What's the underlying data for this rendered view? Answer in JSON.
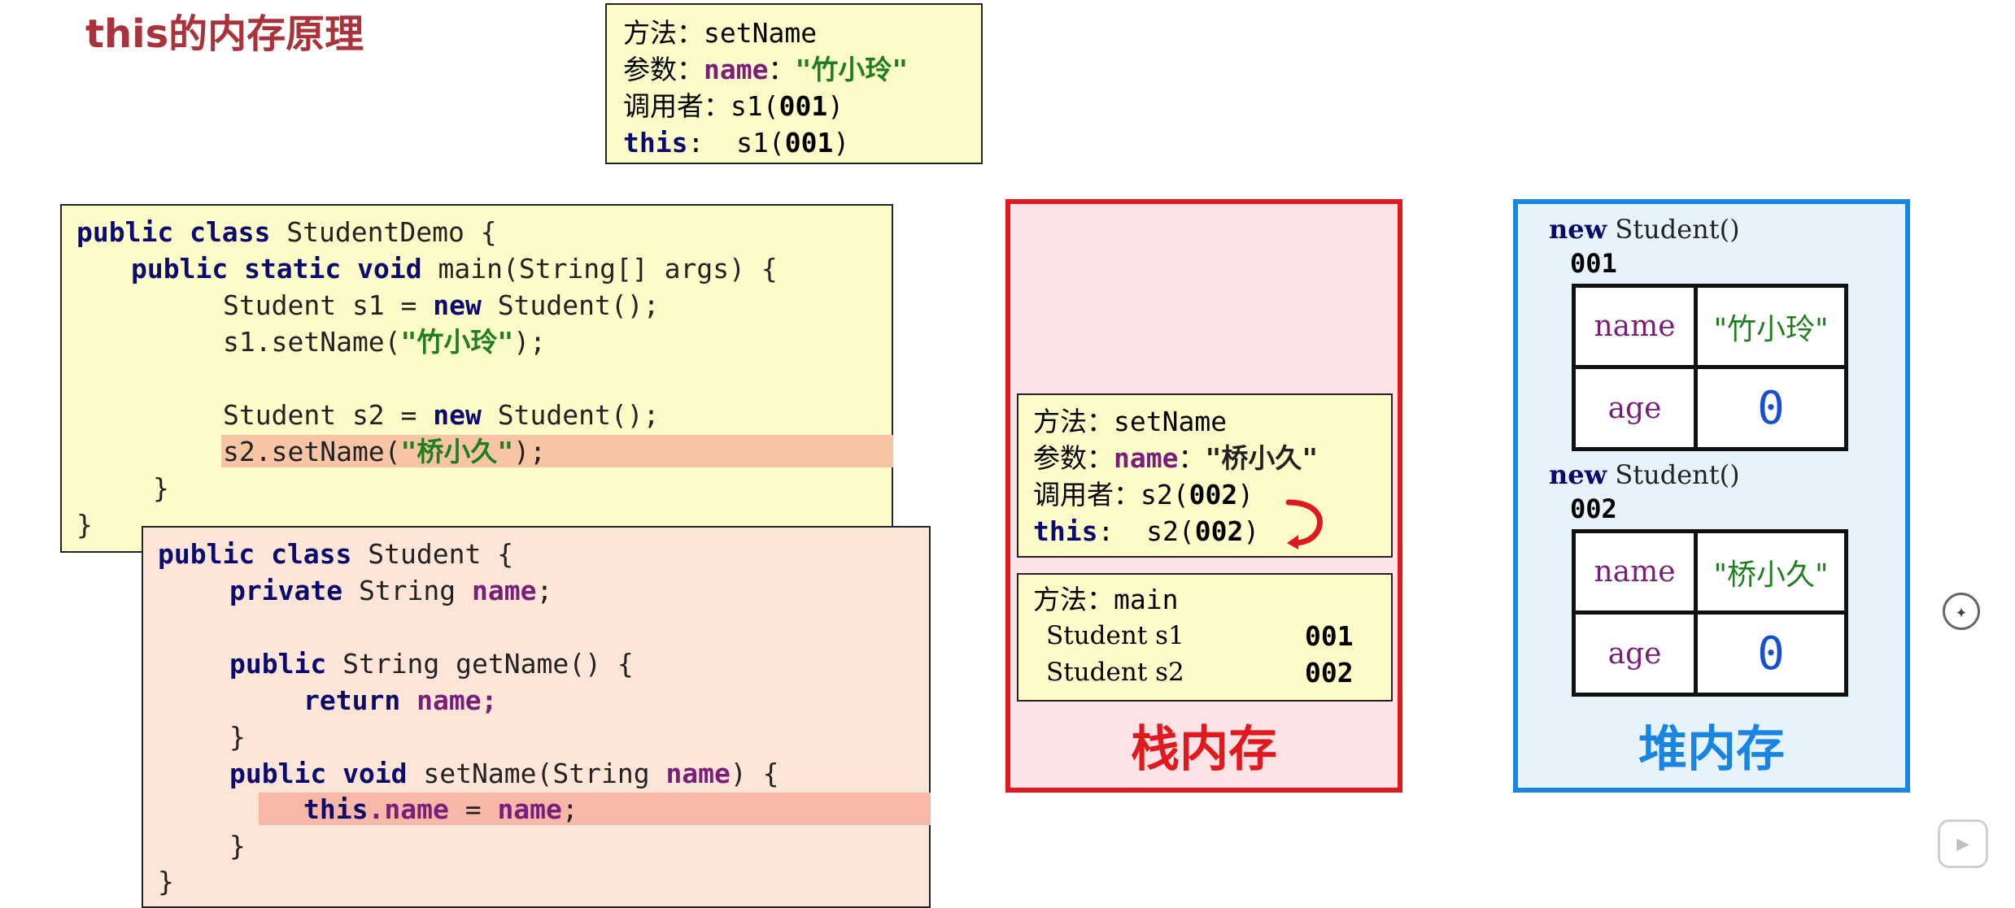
{
  "title": "this的内存原理",
  "tooltip": {
    "method_label": "方法：",
    "method_value": "setName",
    "param_label": "参数：",
    "param_name": "name",
    "param_sep": "：",
    "param_value": "\"竹小玲\"",
    "caller_label": "调用者：",
    "caller_value_a": "s1(",
    "caller_value_b": "001",
    "caller_value_c": ")",
    "this_label": "this",
    "this_sep": ":  ",
    "this_value_a": "s1(",
    "this_value_b": "001",
    "this_value_c": ")"
  },
  "demo_code": {
    "l1_kw": "public class",
    "l1_rest": " StudentDemo {",
    "l2_kw": "public static void",
    "l2_rest": " main(String[] args) {",
    "l3_a": "Student s1 = ",
    "l3_kw": "new",
    "l3_b": " Student();",
    "l4_a": "s1.setName(",
    "l4_str": "\"竹小玲\"",
    "l4_b": ");",
    "l5_a": "Student s2 = ",
    "l5_kw": "new",
    "l5_b": " Student();",
    "l6_a": "s2.setName(",
    "l6_str": "\"桥小久\"",
    "l6_b": ");",
    "l7": "}",
    "l8": "}"
  },
  "student_code": {
    "l1_kw": "public class",
    "l1_rest": " Student {",
    "l2_kw": "private",
    "l2_rest": " String ",
    "l2_fld": "name",
    "l2_end": ";",
    "l3_kw": "public",
    "l3_rest": " String getName() {",
    "l4_kw": "return",
    "l4_fld": " name;",
    "l5": "}",
    "l6_kw": "public void",
    "l6_rest": " setName(String ",
    "l6_fld": "name",
    "l6_end": ") {",
    "l7_kw": "this",
    "l7_fld": ".name",
    "l7_mid": " = ",
    "l7_fld2": "name",
    "l7_end": ";",
    "l8": "}",
    "l9": "}"
  },
  "stack": {
    "label": "栈内存",
    "frame_setname": {
      "method_label": "方法：",
      "method_value": "setName",
      "param_label": "参数：",
      "param_name": "name",
      "param_sep": "：",
      "param_value": "\"桥小久\"",
      "caller_label": "调用者：",
      "caller_value_a": "s2(",
      "caller_value_b": "002",
      "caller_value_c": ")",
      "this_label": "this",
      "this_sep": ":  ",
      "this_value_a": "s2(",
      "this_value_b": "002",
      "this_value_c": ")"
    },
    "frame_main": {
      "method_label": "方法：",
      "method_value": "main",
      "var1_name": "Student s1",
      "var1_value": "001",
      "var2_name": "Student s2",
      "var2_value": "002"
    }
  },
  "heap": {
    "label": "堆内存",
    "objects": [
      {
        "header_kw": "new",
        "header_rest": " Student()",
        "address": "001",
        "field1_name": "name",
        "field1_value": "\"竹小玲\"",
        "field2_name": "age",
        "field2_value": "0"
      },
      {
        "header_kw": "new",
        "header_rest": " Student()",
        "address": "002",
        "field1_name": "name",
        "field1_value": "\"桥小久\"",
        "field2_name": "age",
        "field2_value": "0"
      }
    ]
  },
  "colors": {
    "stack_border": "#e0191f",
    "heap_border": "#1a85e0",
    "keyword": "#0b0b6e",
    "field": "#7a1e7a",
    "string": "#1f7f1f",
    "number": "#1a4fd0"
  },
  "icons": {
    "side_icon": "assistant-icon",
    "play_icon": "play-icon"
  }
}
